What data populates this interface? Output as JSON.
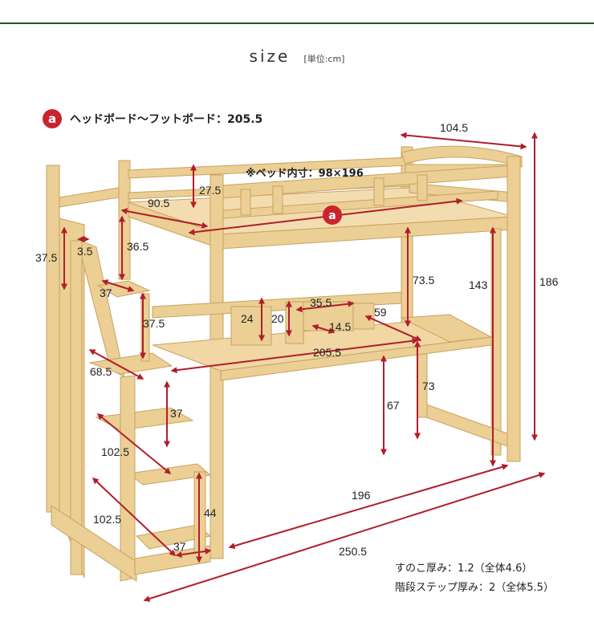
{
  "header": {
    "title": "size",
    "unit": "[単位:cm]"
  },
  "legend": {
    "badge": "a",
    "text": "ヘッドボード〜フットボード：205.5"
  },
  "inner_size": "※ベッド内寸：98×196",
  "marker_a": "a",
  "dimensions": {
    "width": "104.5",
    "height_total": "186",
    "head_guard": "27.5",
    "rail_length": "90.5",
    "stair_rail": "37.5",
    "stair_post": "3.5",
    "upper_gap": "36.5",
    "step_depth_top": "37",
    "step_rise": "37.5",
    "slat_clearance": "73.5",
    "under_clearance": "143",
    "shelf_height": "24",
    "shelf_divider": "20",
    "shelf_width": "35.5",
    "shelf_depth": "14.5",
    "desk_depth": "59",
    "desk_length": "205.5",
    "stair_width": "68.5",
    "step_rise_mid": "37",
    "desk_height_front": "67",
    "desk_height_back": "73",
    "step_depth_mid": "102.5",
    "step_depth_low": "102.5",
    "bottom_step": "44",
    "bottom_step_depth": "37",
    "length_bed": "196",
    "length_total": "250.5"
  },
  "colors": {
    "wood": "#ebcf94",
    "wood_edge": "#c9a262",
    "arrow": "#b01e2b",
    "accent": "#1f5a2a",
    "badge": "#c9242e"
  },
  "notes": [
    "すのこ厚み：1.2（全体4.6）",
    "階段ステップ厚み：2（全体5.5）"
  ]
}
